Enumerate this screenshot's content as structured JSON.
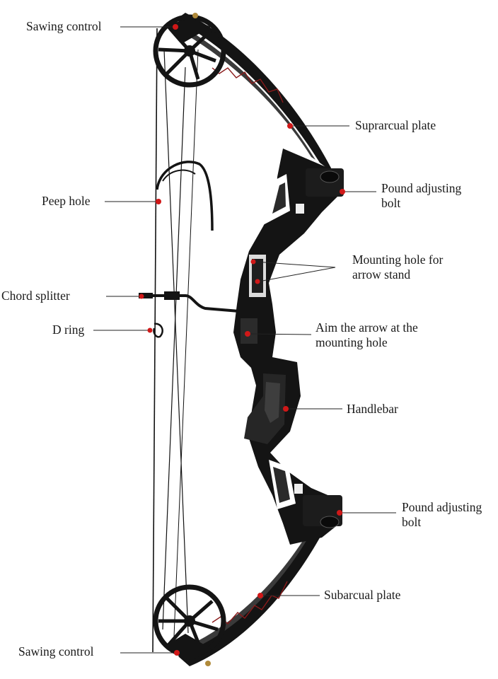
{
  "labels": {
    "sawing_control_top": "Sawing control",
    "suprarcual_plate": "Suprarcual plate",
    "pound_adjusting_bolt_top": [
      "Pound adjusting",
      "bolt"
    ],
    "peep_hole": "Peep hole",
    "mounting_hole": [
      "Mounting hole for",
      "arrow stand"
    ],
    "chord_splitter": "Chord splitter",
    "d_ring": "D ring",
    "aim_arrow": [
      "Aim the arrow at the",
      "mounting hole"
    ],
    "handlebar": "Handlebar",
    "pound_adjusting_bolt_bottom": [
      "Pound adjusting",
      "bolt"
    ],
    "subarcual_plate": "Subarcual plate",
    "sawing_control_bottom": "Sawing control"
  },
  "colors": {
    "bow_body": "#141414",
    "limb_highlight": "#3a3a3a",
    "string": "#111111",
    "marker": "#d01818",
    "leader_line": "#222222",
    "text": "#1a1a1a"
  }
}
